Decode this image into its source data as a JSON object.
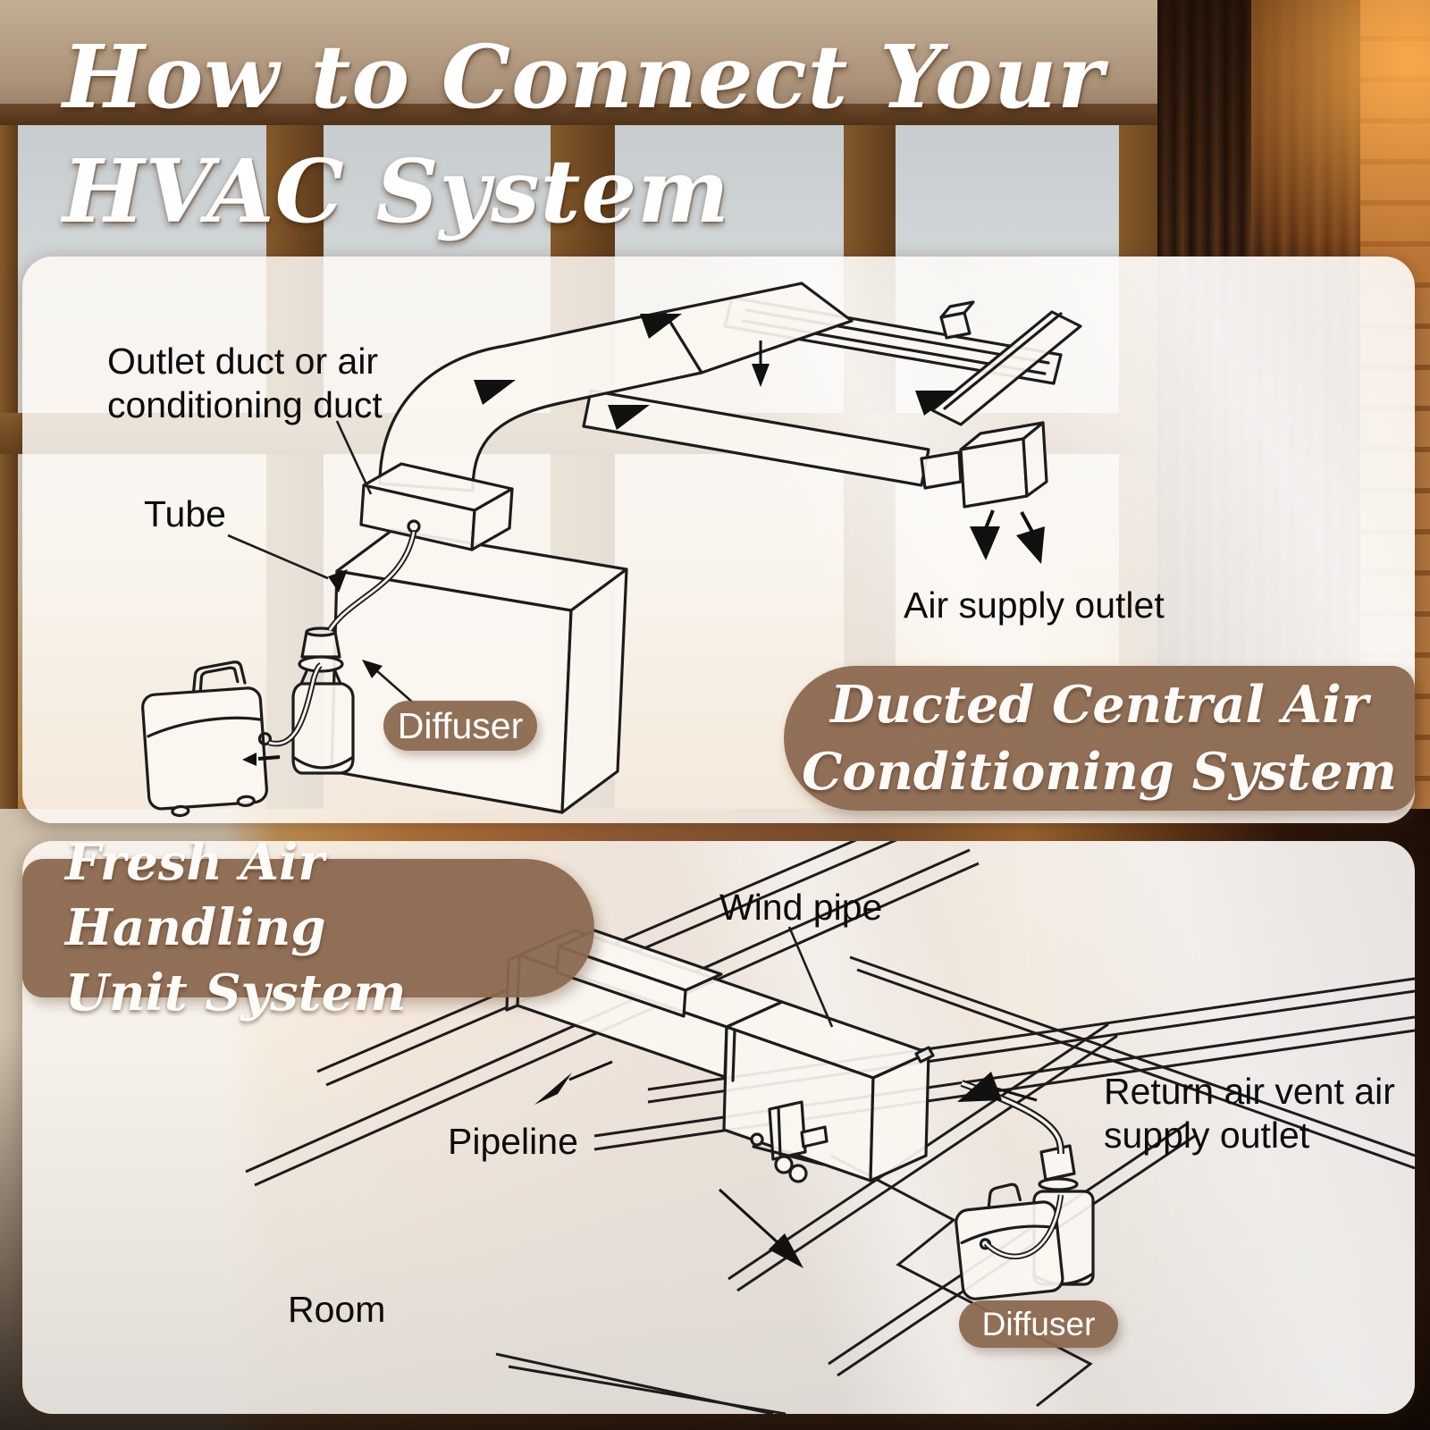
{
  "title": {
    "line1": "How to Connect Your",
    "line2": "HVAC System"
  },
  "panel1": {
    "system_badge": {
      "line1": "Ducted Central Air",
      "line2": "Conditioning System"
    },
    "labels": {
      "outlet_duct_line1": "Outlet duct or air",
      "outlet_duct_line2": "conditioning duct",
      "tube": "Tube",
      "air_supply_outlet": "Air supply outlet",
      "diffuser": "Diffuser"
    }
  },
  "panel2": {
    "system_badge": {
      "line1": "Fresh Air Handling",
      "line2": "Unit System"
    },
    "labels": {
      "wind_pipe": "Wind pipe",
      "pipeline": "Pipeline",
      "room": "Room",
      "return_air_line1": "Return air vent air",
      "return_air_line2": "supply outlet",
      "diffuser": "Diffuser"
    }
  },
  "colors": {
    "badge_brown": "#8b684f",
    "panel_overlay": "#fdf9f4",
    "label_text": "#0c0c0c",
    "line_art": "#1c1c1c",
    "title_white": "#ffffff"
  },
  "icons": {
    "flow_arrow": "filled-triangle-arrow",
    "leader_line": "thin-pointer-line"
  }
}
